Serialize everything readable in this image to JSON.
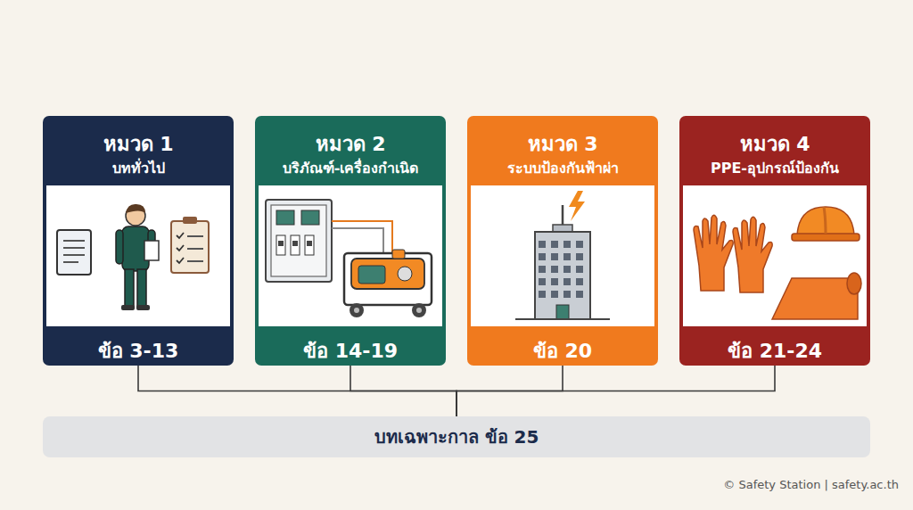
{
  "diagram": {
    "nodes": [
      {
        "text": [
          "หมวด 1",
          "บททั่วไป",
          "ข้อ 3-13"
        ]
      },
      {
        "text": [
          "หมวด 2",
          "บริภัณฑ์-เครื่องกำเนิด",
          "ข้อ 14-19"
        ]
      },
      {
        "text": [
          "หมวด 3",
          "ระบบป้องกันฟ้าผ่า",
          "ข้อ 20"
        ]
      },
      {
        "text": [
          "หมวด 4",
          "PPE-อุปกรณ์ป้องกัน",
          "ข้อ 21-24"
        ]
      },
      {
        "text": [
          "บทเฉพาะกาล ข้อ 25"
        ]
      }
    ],
    "edges": [
      {
        "from": 0,
        "to": 4,
        "arrow": "none"
      },
      {
        "from": 1,
        "to": 4,
        "arrow": "none"
      },
      {
        "from": 2,
        "to": 4,
        "arrow": "none"
      },
      {
        "from": 3,
        "to": 4,
        "arrow": "none"
      }
    ],
    "labels": [
      "© Safety Station | safety.ac.th"
    ]
  }
}
